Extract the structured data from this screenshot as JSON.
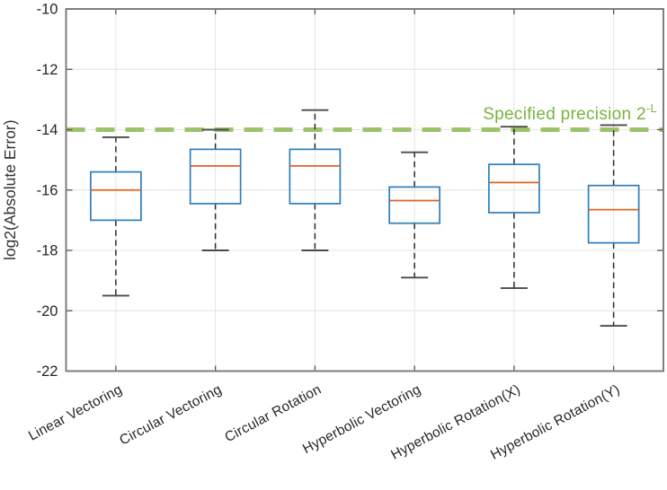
{
  "chart_data": {
    "type": "boxplot",
    "title": "",
    "xlabel": "",
    "ylabel": "log2(Absolute Error)",
    "ylim": [
      -22,
      -10
    ],
    "yticks": [
      -10,
      -12,
      -14,
      -16,
      -18,
      -20,
      -22
    ],
    "grid": true,
    "x_tick_rotation_deg": 28,
    "categories": [
      "Linear Vectoring",
      "Circular Vectoring",
      "Circular Rotation",
      "Hyperbolic Vectoring",
      "Hyperbolic Rotation(X)",
      "Hyperbolic Rotation(Y)"
    ],
    "boxes": [
      {
        "label": "Linear Vectoring",
        "whisker_low": -19.5,
        "q1": -17.0,
        "median": -16.0,
        "q3": -15.4,
        "whisker_high": -14.25
      },
      {
        "label": "Circular Vectoring",
        "whisker_low": -18.0,
        "q1": -16.45,
        "median": -15.2,
        "q3": -14.65,
        "whisker_high": -14.0
      },
      {
        "label": "Circular Rotation",
        "whisker_low": -18.0,
        "q1": -16.45,
        "median": -15.2,
        "q3": -14.65,
        "whisker_high": -13.35
      },
      {
        "label": "Hyperbolic Vectoring",
        "whisker_low": -18.9,
        "q1": -17.1,
        "median": -16.35,
        "q3": -15.9,
        "whisker_high": -14.75
      },
      {
        "label": "Hyperbolic Rotation(X)",
        "whisker_low": -19.25,
        "q1": -16.75,
        "median": -15.75,
        "q3": -15.15,
        "whisker_high": -13.9
      },
      {
        "label": "Hyperbolic Rotation(Y)",
        "whisker_low": -20.5,
        "q1": -17.75,
        "median": -16.65,
        "q3": -15.85,
        "whisker_high": -13.85
      }
    ],
    "reference_line": {
      "value": -14,
      "label": "Specified  precision  2",
      "label_superscript": "-L",
      "color": "#9cc36c",
      "style": "dashed"
    },
    "colors": {
      "box": "#2e7ebc",
      "median": "#dd6420",
      "whisker": "#2b2b2b",
      "cap": "#4b4b4b",
      "grid": "#e4e4e4",
      "axis": "#7e7e7e",
      "tick": "#555555",
      "tick_label": "#262626",
      "axis_label": "#333333",
      "annotation": "#79b33d",
      "background": "#ffffff"
    }
  }
}
